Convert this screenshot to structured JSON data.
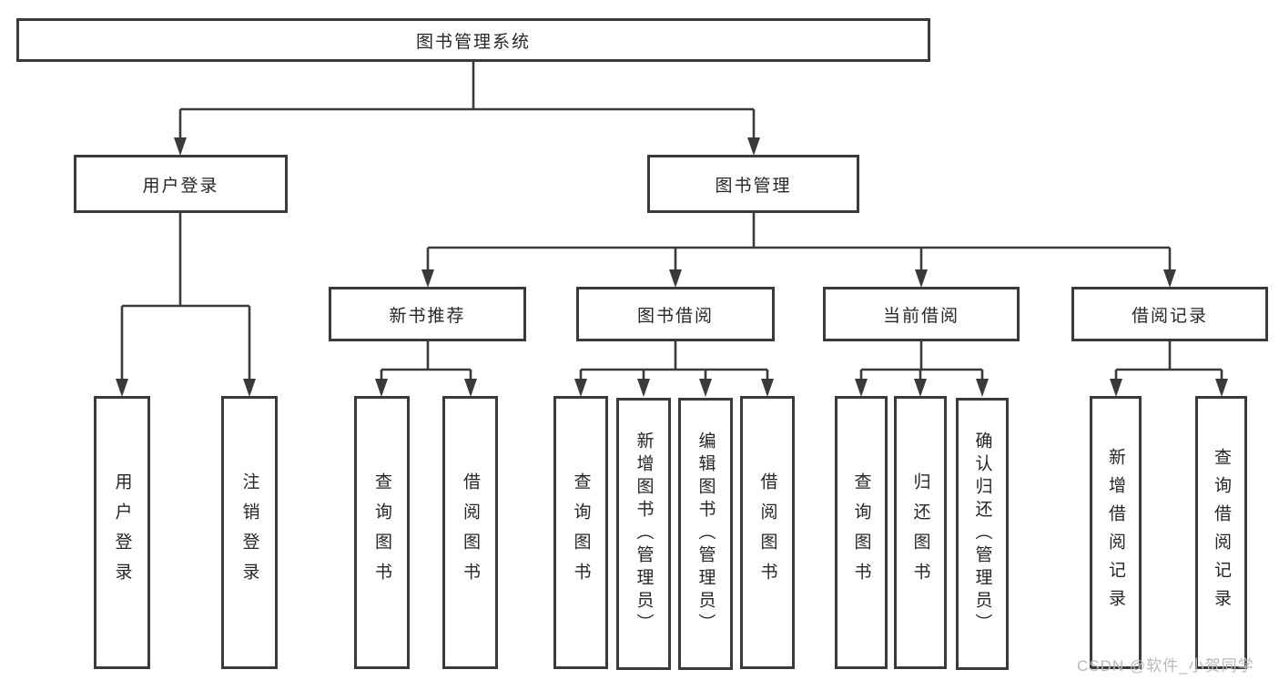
{
  "diagram_title": "图书管理系统",
  "tree": {
    "label": "图书管理系统",
    "children": [
      {
        "label": "用户登录",
        "children": [
          {
            "label": "用户登录"
          },
          {
            "label": "注销登录"
          }
        ]
      },
      {
        "label": "图书管理",
        "children": [
          {
            "label": "新书推荐",
            "children": [
              {
                "label": "查询图书"
              },
              {
                "label": "借阅图书"
              }
            ]
          },
          {
            "label": "图书借阅",
            "children": [
              {
                "label": "查询图书"
              },
              {
                "label": "新增图书（管理员）"
              },
              {
                "label": "编辑图书（管理员）"
              },
              {
                "label": "借阅图书"
              }
            ]
          },
          {
            "label": "当前借阅",
            "children": [
              {
                "label": "查询图书"
              },
              {
                "label": "归还图书"
              },
              {
                "label": "确认归还（管理员）"
              }
            ]
          },
          {
            "label": "借阅记录",
            "children": [
              {
                "label": "新增借阅记录"
              },
              {
                "label": "查询借阅记录"
              }
            ]
          }
        ]
      }
    ]
  },
  "watermark": "CSDN @软件_小贺同学",
  "colors": {
    "line": "#3a3a3a",
    "text": "#262626",
    "box_background": "#ffffff",
    "watermark": "#b9b9b9"
  }
}
